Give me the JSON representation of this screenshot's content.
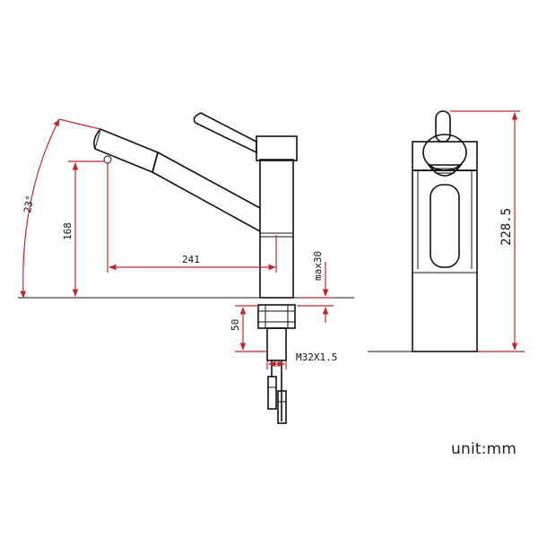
{
  "dimensions": {
    "angle": "23°",
    "spout_height": "168",
    "spout_reach": "241",
    "max_deck": "max30",
    "shank_length": "50",
    "thread": "M32X1.5",
    "total_height": "228.5"
  },
  "unit_label": "unit:mm",
  "colors": {
    "line": "#111111",
    "dimension": "#c0282f"
  }
}
